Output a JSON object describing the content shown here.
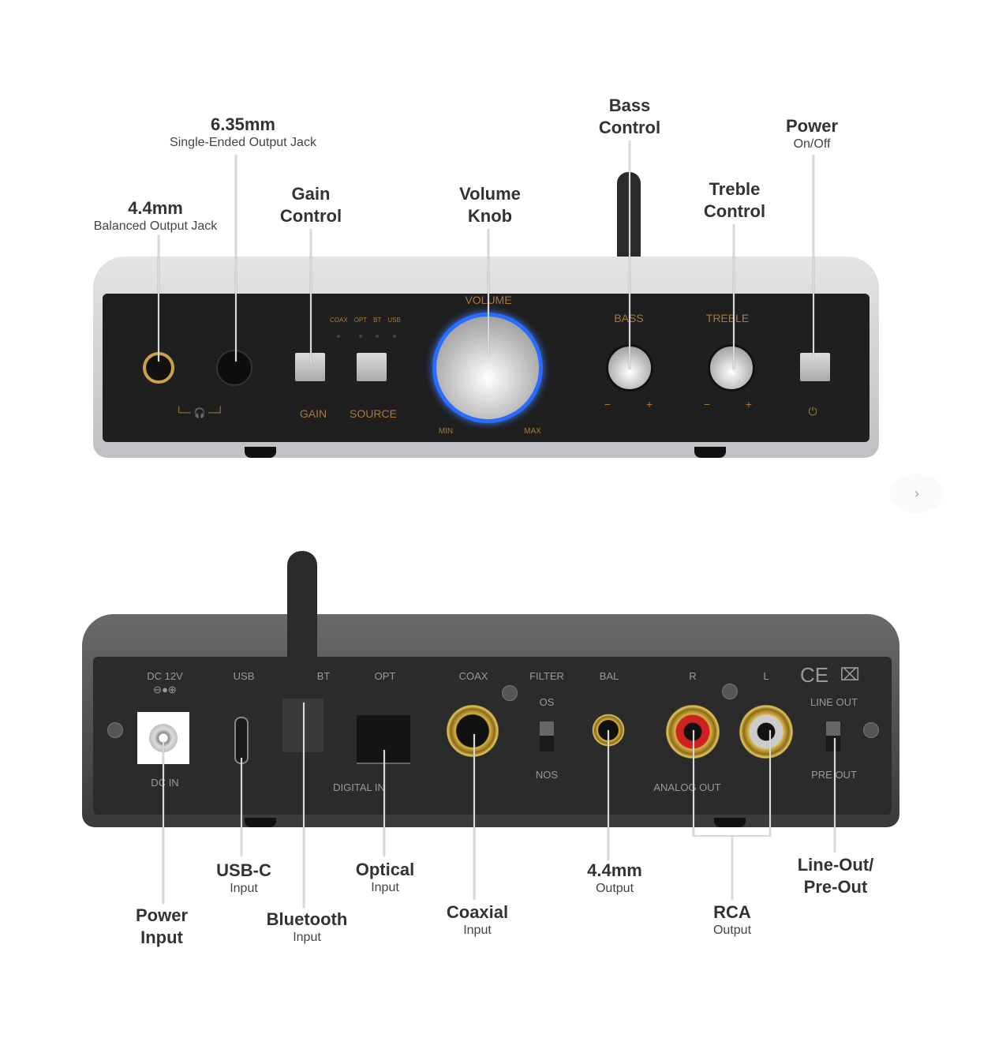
{
  "front_callouts": {
    "balanced": {
      "title": "4.4mm",
      "subtitle": "Balanced Output Jack"
    },
    "single": {
      "title": "6.35mm",
      "subtitle": "Single-Ended Output Jack"
    },
    "gain": {
      "title1": "Gain",
      "title2": "Control"
    },
    "volume": {
      "title1": "Volume",
      "title2": "Knob"
    },
    "bass": {
      "title1": "Bass",
      "title2": "Control"
    },
    "treble": {
      "title1": "Treble",
      "title2": "Control"
    },
    "power": {
      "title": "Power",
      "subtitle": "On/Off"
    }
  },
  "front_panel": {
    "volume": "VOLUME",
    "leds": [
      "COAX",
      "OPT",
      "BT",
      "USB"
    ],
    "gain": "GAIN",
    "source": "SOURCE",
    "min": "MIN",
    "max": "MAX",
    "bass": "BASS",
    "treble": "TREBLE",
    "minus": "−",
    "plus": "+",
    "power_symbol": "⏻",
    "headphone_symbol": "🎧"
  },
  "back_panel": {
    "dc12v": "DC 12V",
    "dc_symbol": "⊖●⊕",
    "usb": "USB",
    "bt": "BT",
    "opt": "OPT",
    "coax": "COAX",
    "filter": "FILTER",
    "os": "OS",
    "nos": "NOS",
    "bal": "BAL",
    "r": "R",
    "l": "L",
    "line_out": "LINE OUT",
    "pre_out": "PRE OUT",
    "dc_in": "DC IN",
    "digital_in": "DIGITAL IN",
    "analog_out": "ANALOG OUT",
    "ce": "CE",
    "weee": "⌧"
  },
  "back_callouts": {
    "power": {
      "title1": "Power",
      "title2": "Input"
    },
    "usbc": {
      "title": "USB-C",
      "subtitle": "Input"
    },
    "bluetooth": {
      "title": "Bluetooth",
      "subtitle": "Input"
    },
    "optical": {
      "title": "Optical",
      "subtitle": "Input"
    },
    "coaxial": {
      "title": "Coaxial",
      "subtitle": "Input"
    },
    "bal": {
      "title": "4.4mm",
      "subtitle": "Output"
    },
    "rca": {
      "title": "RCA",
      "subtitle": "Output"
    },
    "lineout": {
      "title1": "Line-Out/",
      "title2": "Pre-Out"
    }
  },
  "nav": {
    "next": "›"
  }
}
